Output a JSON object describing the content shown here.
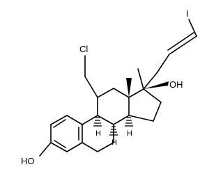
{
  "molecule": {
    "atom_labels": {
      "chlorine": "Cl",
      "iodine": "I",
      "hydroxyl_top": "OH",
      "hydroxyl_bottom": "HO"
    },
    "stereo_hydrogens": [
      "H",
      "H",
      "H"
    ]
  },
  "colors": {
    "ink": "#000000",
    "background": "#ffffff"
  }
}
